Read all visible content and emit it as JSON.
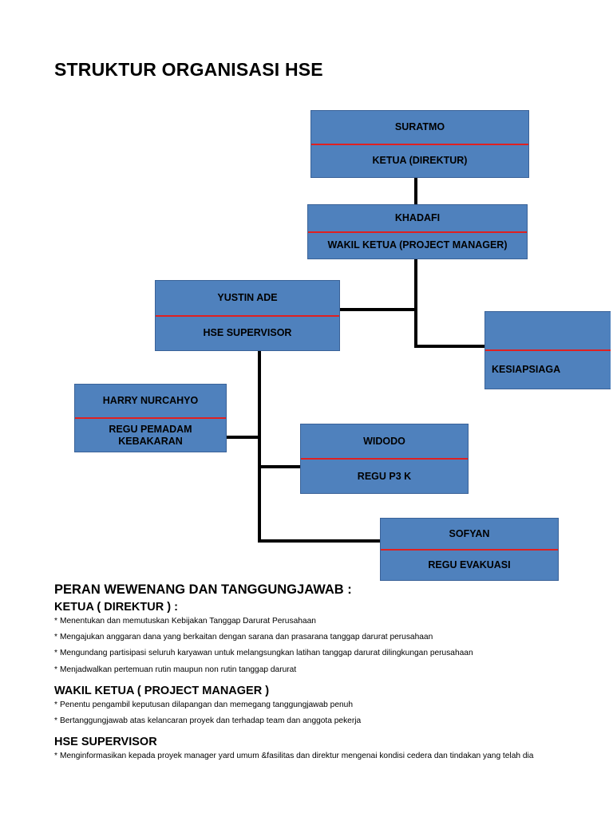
{
  "title": "STRUKTUR ORGANISASI HSE",
  "colors": {
    "node_fill": "#4F81BD",
    "node_border": "#3A6298",
    "divider_red": "#E02020",
    "connector": "#000000",
    "text": "#000000",
    "background": "#FFFFFF"
  },
  "chart_data": {
    "type": "diagram",
    "diagram_kind": "organizational-chart",
    "title": "STRUKTUR ORGANISASI HSE",
    "nodes": [
      {
        "id": "ketua",
        "name": "SURATMO",
        "role": "KETUA (DIREKTUR)"
      },
      {
        "id": "wakil",
        "name": "KHADAFI",
        "role": "WAKIL KETUA (PROJECT MANAGER)"
      },
      {
        "id": "supervisor",
        "name": "YUSTIN ADE",
        "role": "HSE SUPERVISOR"
      },
      {
        "id": "kesiapsiagaan",
        "name": "",
        "role": "KESIAPSIAGA"
      },
      {
        "id": "pemadam",
        "name": "HARRY NURCAHYO",
        "role": "REGU PEMADAM KEBAKARAN"
      },
      {
        "id": "p3k",
        "name": "WIDODO",
        "role": "REGU P3 K"
      },
      {
        "id": "evakuasi",
        "name": "SOFYAN",
        "role": "REGU EVAKUASI"
      }
    ],
    "edges": [
      {
        "from": "ketua",
        "to": "wakil"
      },
      {
        "from": "wakil",
        "to": "supervisor"
      },
      {
        "from": "wakil",
        "to": "kesiapsiagaan"
      },
      {
        "from": "supervisor",
        "to": "pemadam"
      },
      {
        "from": "supervisor",
        "to": "p3k"
      },
      {
        "from": "supervisor",
        "to": "evakuasi"
      }
    ]
  },
  "nodes": {
    "ketua": {
      "name": "SURATMO",
      "role": "KETUA (DIREKTUR)"
    },
    "wakil": {
      "name": "KHADAFI",
      "role": "WAKIL KETUA (PROJECT MANAGER)"
    },
    "supervisor": {
      "name": "YUSTIN ADE",
      "role": "HSE SUPERVISOR"
    },
    "kesiapsiagaan": {
      "name": "",
      "role": "KESIAPSIAGA"
    },
    "pemadam": {
      "name": "HARRY NURCAHYO",
      "role": "REGU PEMADAM KEBAKARAN"
    },
    "p3k": {
      "name": "WIDODO",
      "role": "REGU P3 K"
    },
    "evakuasi": {
      "name": "SOFYAN",
      "role": "REGU EVAKUASI"
    }
  },
  "responsibilities": {
    "title": "PERAN WEWENANG DAN TANGGUNGJAWAB :",
    "sections": [
      {
        "heading": "KETUA ( DIREKTUR ) :",
        "items": [
          "Menentukan dan memutuskan Kebijakan Tanggap Darurat Perusahaan",
          "Mengajukan anggaran dana yang berkaitan dengan sarana dan prasarana tanggap darurat perusahaan",
          "Mengundang partisipasi seluruh karyawan untuk melangsungkan latihan tanggap darurat dilingkungan perusahaan",
          "Menjadwalkan pertemuan rutin maupun non rutin tanggap darurat"
        ]
      },
      {
        "heading": "WAKIL KETUA  ( PROJECT MANAGER )",
        "items": [
          "Penentu pengambil keputusan dilapangan dan memegang tanggungjawab penuh",
          "Bertanggungjawab atas kelancaran proyek dan terhadap team dan anggota pekerja"
        ]
      },
      {
        "heading": "HSE SUPERVISOR",
        "items": [
          "Menginformasikan kepada proyek manager yard umum  &fasilitas dan direktur mengenai kondisi cedera dan tindakan yang telah dia"
        ]
      }
    ],
    "bullet_marker": "*"
  }
}
